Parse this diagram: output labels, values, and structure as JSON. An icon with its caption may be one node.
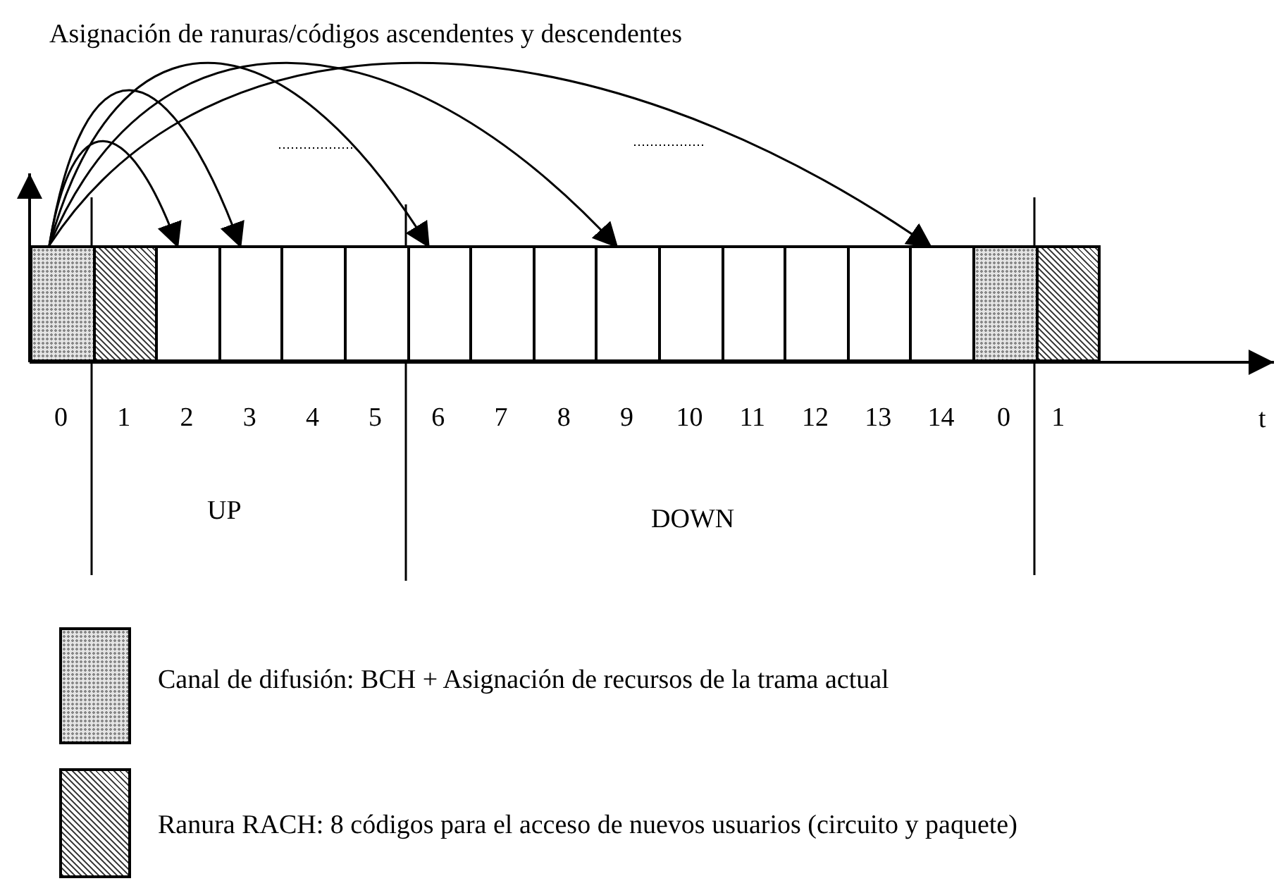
{
  "diagram": {
    "title": "Asignación de ranuras/códigos ascendentes y descendentes",
    "nodes": [
      {
        "text": [],
        "shape": "box",
        "beside": [
          "0"
        ]
      },
      {
        "text": [],
        "shape": "box",
        "beside": [
          "1"
        ]
      },
      {
        "text": [],
        "shape": "box",
        "beside": [
          "2"
        ]
      },
      {
        "text": [],
        "shape": "box",
        "beside": [
          "3"
        ]
      },
      {
        "text": [],
        "shape": "box",
        "beside": [
          "4"
        ]
      },
      {
        "text": [],
        "shape": "box",
        "beside": [
          "5"
        ]
      },
      {
        "text": [],
        "shape": "box",
        "beside": [
          "6"
        ]
      },
      {
        "text": [],
        "shape": "box",
        "beside": [
          "7"
        ]
      },
      {
        "text": [],
        "shape": "box",
        "beside": [
          "8"
        ]
      },
      {
        "text": [],
        "shape": "box",
        "beside": [
          "9"
        ]
      },
      {
        "text": [],
        "shape": "box",
        "beside": [
          "10"
        ]
      },
      {
        "text": [],
        "shape": "box",
        "beside": [
          "11"
        ]
      },
      {
        "text": [],
        "shape": "box",
        "beside": [
          "12"
        ]
      },
      {
        "text": [],
        "shape": "box",
        "beside": [
          "13"
        ]
      },
      {
        "text": [],
        "shape": "box",
        "beside": [
          "14"
        ]
      },
      {
        "text": [],
        "shape": "box",
        "beside": [
          "0"
        ]
      },
      {
        "text": [],
        "shape": "box",
        "beside": [
          "1"
        ]
      }
    ],
    "edges": [
      {
        "from": 0,
        "to": 2,
        "arrow": "to"
      },
      {
        "from": 0,
        "to": 3,
        "arrow": "to"
      },
      {
        "from": 0,
        "to": 6,
        "arrow": "to"
      },
      {
        "from": 0,
        "to": 9,
        "arrow": "to"
      },
      {
        "from": 0,
        "to": 14,
        "arrow": "to"
      }
    ],
    "labels": [
      "UP",
      "DOWN",
      "t"
    ],
    "legend": [
      {
        "text": "Canal de difusión: BCH + Asignación de recursos de la trama actual"
      },
      {
        "text": "Ranura RACH: 8 códigos para el acceso de nuevos usuarios (circuito y paquete)"
      }
    ]
  }
}
